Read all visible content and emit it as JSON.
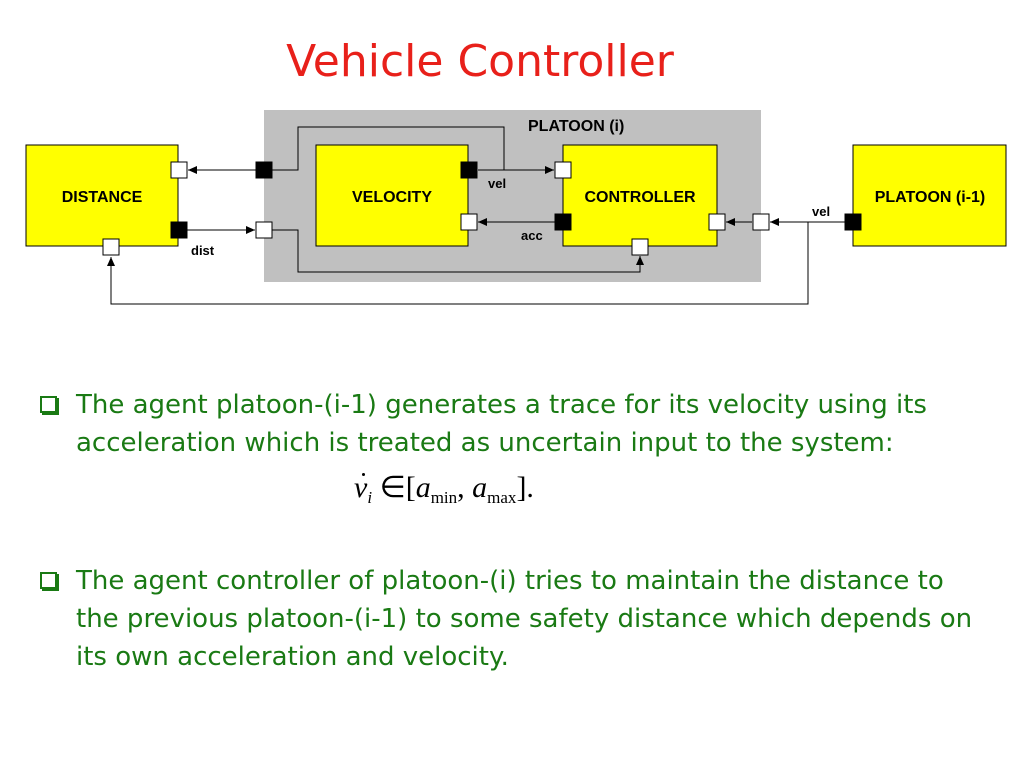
{
  "slide": {
    "title": "Vehicle Controller"
  },
  "diagram": {
    "group_label": "PLATOON (i)",
    "blocks": {
      "distance": "DISTANCE",
      "velocity": "VELOCITY",
      "controller": "CONTROLLER",
      "platoon_prev": "PLATOON (i-1)"
    },
    "signals": {
      "vel_internal": "vel",
      "acc": "acc",
      "dist": "dist",
      "vel_external": "vel"
    },
    "colors": {
      "block_fill": "#ffff00",
      "group_fill": "#c0c0c0",
      "port_output": "#000000",
      "port_input": "#ffffff"
    }
  },
  "bullets": [
    {
      "text": "The agent platoon-(i-1) generates a trace for its velocity using its acceleration which is treated as uncertain input to the system:"
    },
    {
      "text": "The agent controller of platoon-(i) tries to maintain the distance to the previous platoon-(i-1) to some safety distance which depends on its own acceleration and velocity."
    }
  ],
  "formula": {
    "var": "v",
    "var_sub": "i",
    "member": "∈",
    "open": "[",
    "a1": "a",
    "a1_sub": "min",
    "sep": ",",
    "a2": "a",
    "a2_sub": "max",
    "close": "]."
  },
  "theme": {
    "title_color": "#e8201a",
    "text_color": "#1a7a14"
  }
}
